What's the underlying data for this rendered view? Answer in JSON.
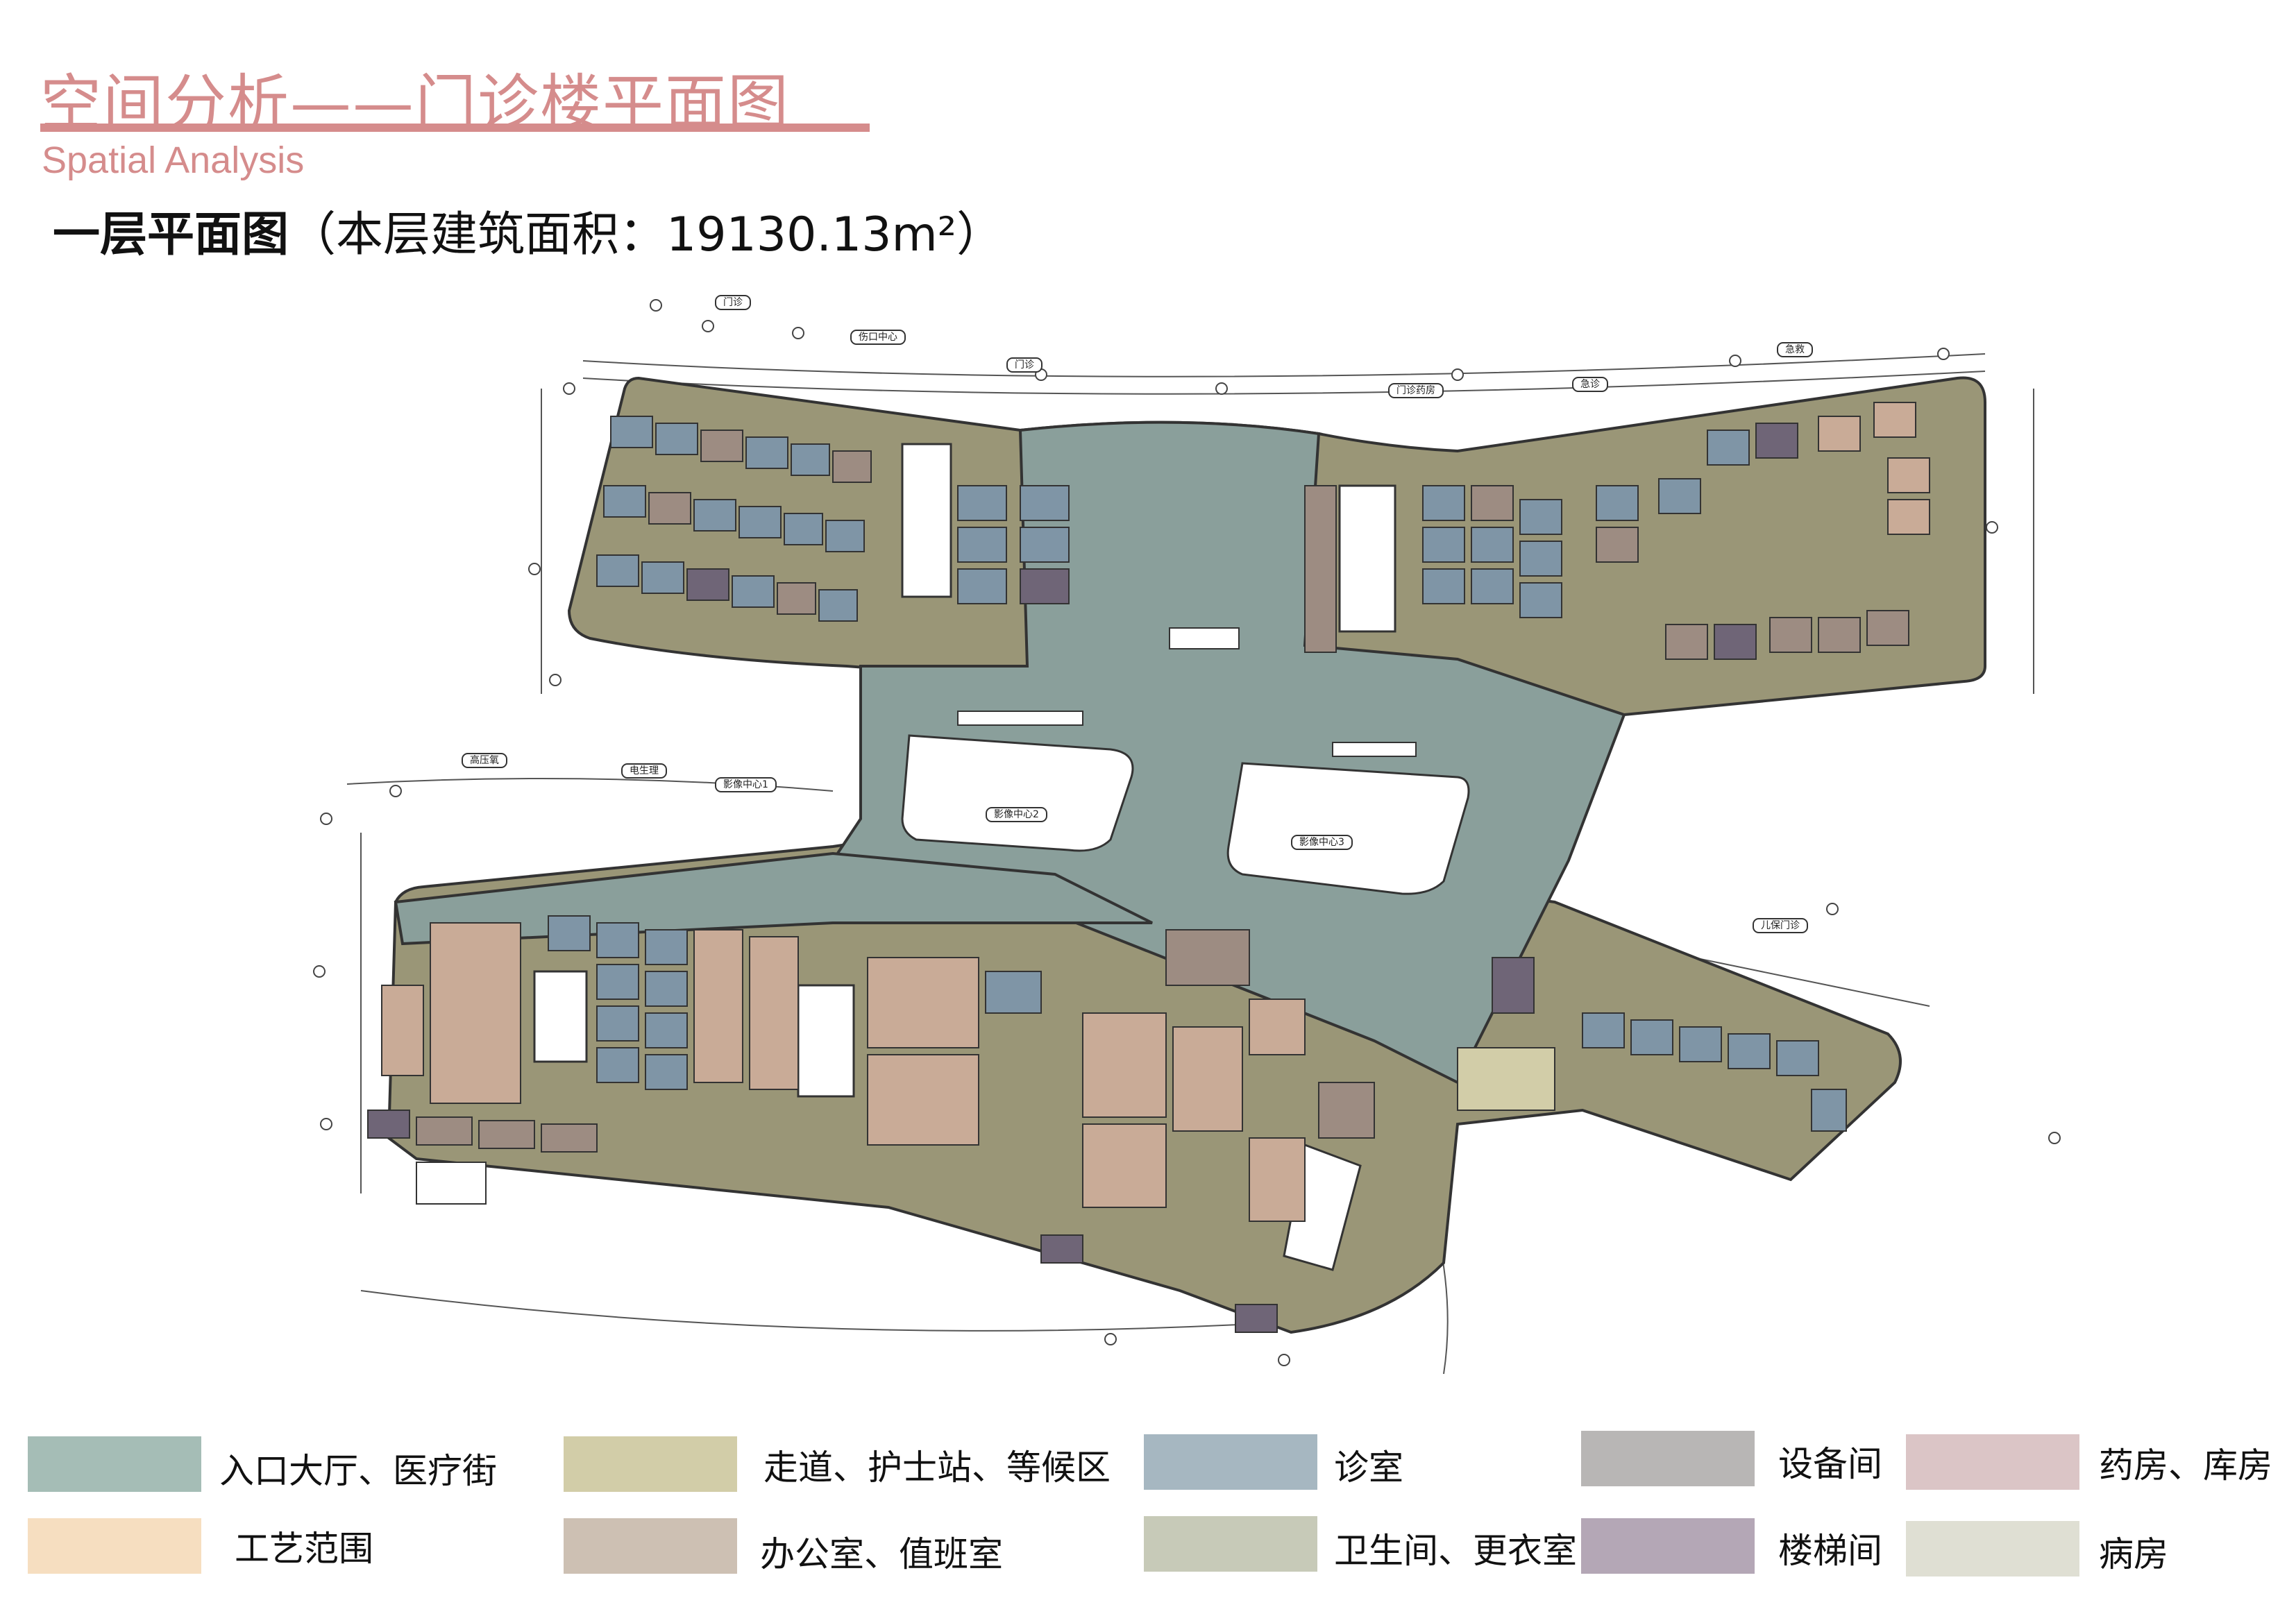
{
  "header": {
    "title": "空间分析——门诊楼平面图",
    "subtitle": "Spatial Analysis",
    "floor_title": "一层平面图",
    "floor_area": "（本层建筑面积：19130.13m²）"
  },
  "plan": {
    "zone_labels": {
      "outpatient_1": "门诊",
      "wound_center": "伤口中心",
      "outpatient_2": "门诊",
      "pharmacy": "门诊药房",
      "emergency_dept": "急诊",
      "emergency_care": "急救",
      "hyperbaric_oxygen": "高压氧",
      "electrophysiology": "电生理",
      "imaging_1": "影像中心1",
      "imaging_2": "影像中心2",
      "imaging_3": "影像中心3",
      "child_health": "儿保门诊"
    }
  },
  "legend": {
    "items": [
      {
        "label": "入口大厅、医疗街",
        "color": "#a5bdb6"
      },
      {
        "label": "走道、护士站、等候区",
        "color": "#d2cda8"
      },
      {
        "label": "诊室",
        "color": "#a6b7c1"
      },
      {
        "label": "设备间",
        "color": "#b8b6b5"
      },
      {
        "label": "药房、库房",
        "color": "#dbc5c6"
      },
      {
        "label": "工艺范围",
        "color": "#f6dec0"
      },
      {
        "label": "办公室、值班室",
        "color": "#cdc0b3"
      },
      {
        "label": "卫生间、更衣室",
        "color": "#c7cab8"
      },
      {
        "label": "楼梯间",
        "color": "#b4a7b6"
      },
      {
        "label": "病房",
        "color": "#dfdfd3"
      }
    ]
  },
  "colors": {
    "accent": "#d58c8c",
    "hall": "#8a9f9b",
    "corridor": "#9a9677",
    "consult": "#7f95a6",
    "office": "#9d8c82",
    "process": "#c9ab97",
    "stair": "#6f6577"
  }
}
